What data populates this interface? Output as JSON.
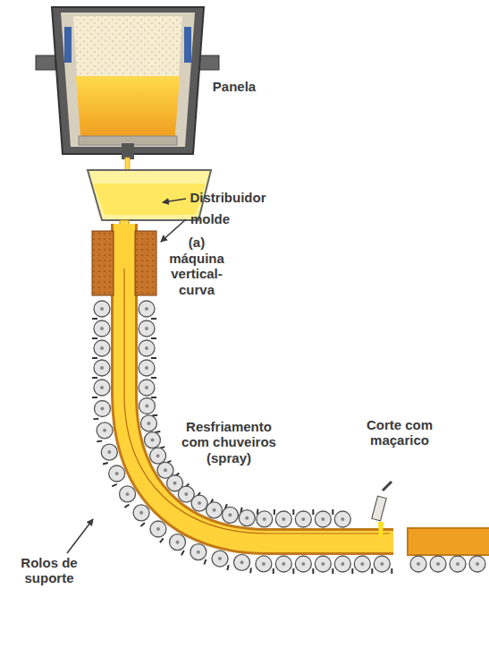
{
  "diagram": {
    "labels": [
      "Panela",
      "Distribuidor",
      "molde",
      "(a)",
      "máquina vertical-curva",
      "Resfriamento com chuveiros (spray)",
      "Corte com maçarico",
      "Rolos de suporte"
    ]
  }
}
